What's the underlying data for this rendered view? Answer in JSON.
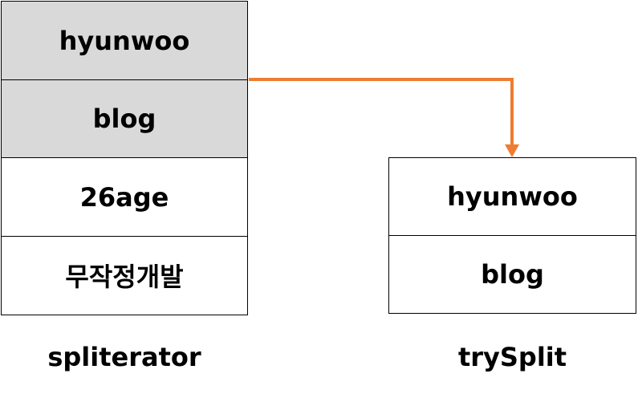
{
  "spliterator": {
    "caption": "spliterator",
    "cells": [
      {
        "text": "hyunwoo",
        "highlighted": true
      },
      {
        "text": "blog",
        "highlighted": true
      },
      {
        "text": "26age",
        "highlighted": false
      },
      {
        "text": "무작정개발",
        "highlighted": false
      }
    ]
  },
  "trySplit": {
    "caption": "trySplit",
    "cells": [
      {
        "text": "hyunwoo"
      },
      {
        "text": "blog"
      }
    ]
  },
  "colors": {
    "highlight": "#d9d9d9",
    "arrow": "#ed7d31",
    "border": "#000000"
  }
}
